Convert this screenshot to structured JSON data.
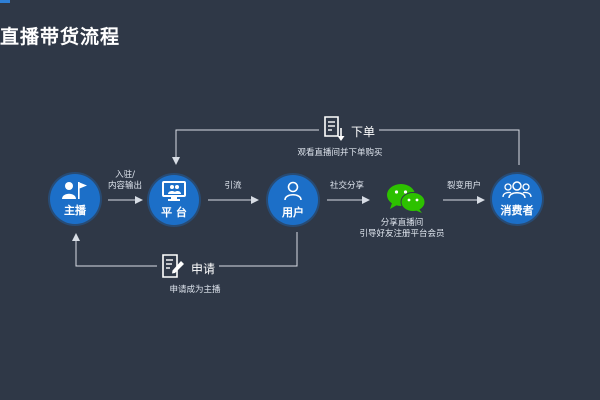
{
  "slide": {
    "title": "直播带货流程"
  },
  "nodes": {
    "anchor": "主播",
    "platform": "平 台",
    "user": "用户",
    "consumer": "消费者"
  },
  "edges": {
    "settle": "入驻/\n内容输出",
    "traffic": "引流",
    "social_share": "社交分享",
    "fission": "裂变用户",
    "share_room": "分享直播间\n引导好友注册平台会员",
    "order_title": "下单",
    "order_desc": "观看直播间并下单购买",
    "apply_title": "申请",
    "apply_desc": "申请成为主播"
  },
  "icons": [
    "user-flag-icon",
    "monitor-users-icon",
    "person-icon",
    "wechat-icon",
    "group-icon",
    "order-document-icon",
    "apply-pen-icon"
  ],
  "colors": {
    "background": "#2f3847",
    "node": "#1c6fc8",
    "line": "#d8dde5",
    "wechat": "#2dc100"
  }
}
